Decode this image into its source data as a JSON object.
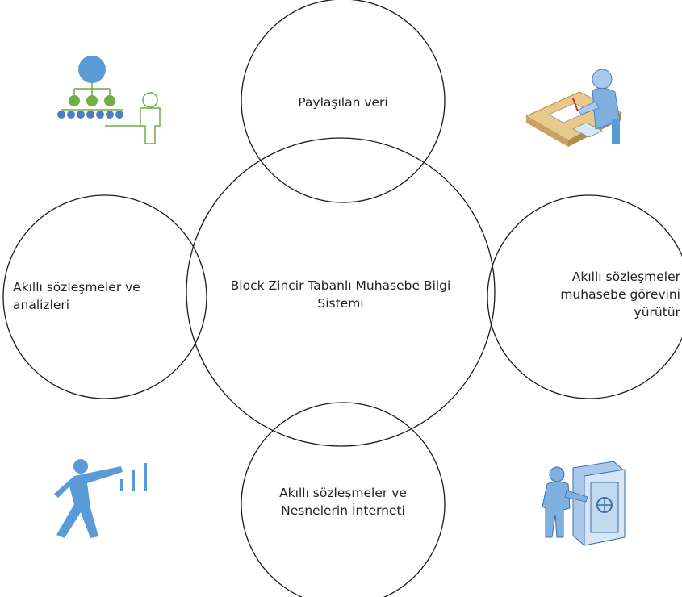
{
  "diagram": {
    "center": {
      "lines": [
        "Block Zincir Tabanlı Muhasebe Bilgi",
        "Sistemi"
      ]
    },
    "top": {
      "lines": [
        "Paylaşılan veri"
      ]
    },
    "left": {
      "lines": [
        "Akıllı sözleşmeler ve",
        "analizleri"
      ]
    },
    "right": {
      "lines": [
        "Akıllı sözleşmeler",
        "muhasebe görevini",
        "yürütür"
      ]
    },
    "bottom": {
      "lines": [
        "Akıllı sözleşmeler ve",
        "Nesnelerin İnterneti"
      ]
    }
  },
  "icons": {
    "top_left": "hierarchy-org-chart-icon",
    "top_right": "person-at-desk-writing-icon",
    "bottom_left": "person-pointing-at-bars-icon",
    "bottom_right": "person-at-safe-vault-icon"
  },
  "colors": {
    "circle_stroke": "#1a1a1a",
    "icon_blue": "#5b9bd5",
    "icon_green": "#70ad47",
    "desk_tan": "#e8c98a"
  }
}
